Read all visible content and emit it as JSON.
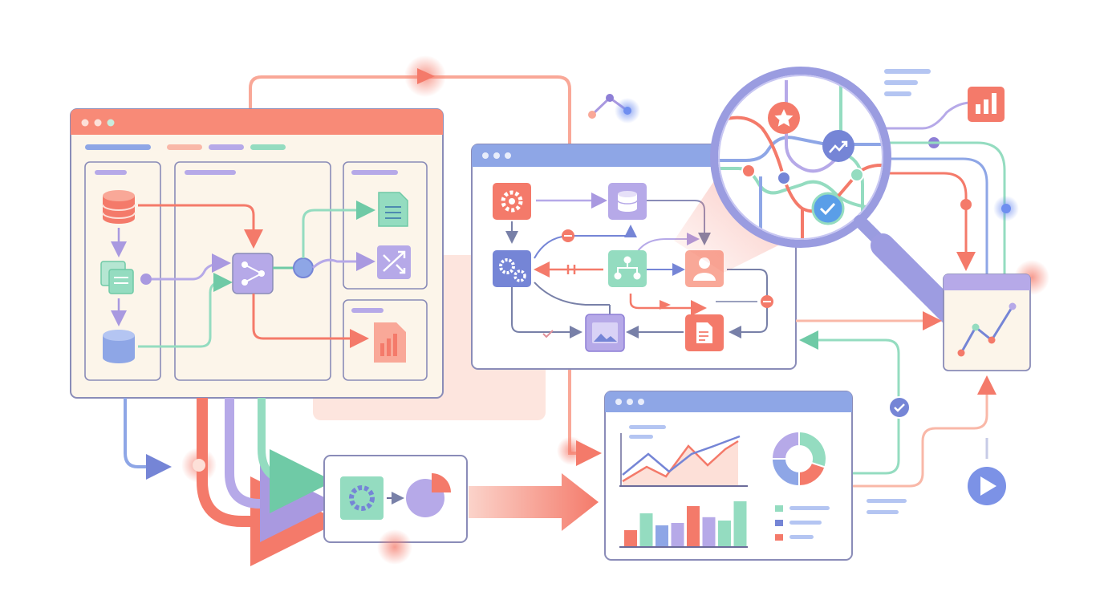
{
  "palette": {
    "coral": "#f47a6a",
    "coral_light": "#f9a898",
    "lavender": "#b6a9e8",
    "purple": "#8e7fd6",
    "blue": "#8ea6e6",
    "blue_dark": "#7585d6",
    "mint": "#94dcc0",
    "mint_dark": "#6fcaa6",
    "panel_bg": "#fcf5ea",
    "outline": "#8a8cb8",
    "peach": "#fde0d8"
  },
  "icons": {
    "database": "database-icon",
    "documents": "documents-icon",
    "merge": "merge-node-icon",
    "report": "report-icon",
    "shuffle": "shuffle-icon",
    "chart_report": "chart-report-icon",
    "gear": "gear-icon",
    "gears": "gears-icon",
    "org": "org-chart-icon",
    "user": "user-icon",
    "image": "image-icon",
    "star": "star-icon",
    "trend": "trend-icon",
    "check": "check-icon",
    "bar_chart": "bar-chart-icon",
    "play": "play-icon",
    "magnifier": "magnifier-icon",
    "pie": "pie-icon"
  },
  "dashboard_chart": {
    "bars": [
      0.35,
      0.7,
      0.45,
      0.5,
      0.85,
      0.62,
      0.55,
      0.95
    ],
    "bar_colors": [
      "coral",
      "mint",
      "blue",
      "lavender",
      "coral",
      "lavender",
      "mint",
      "mint"
    ],
    "donut": [
      {
        "value": 30,
        "color": "mint"
      },
      {
        "value": 20,
        "color": "coral"
      },
      {
        "value": 25,
        "color": "blue"
      },
      {
        "value": 25,
        "color": "lavender"
      }
    ]
  }
}
